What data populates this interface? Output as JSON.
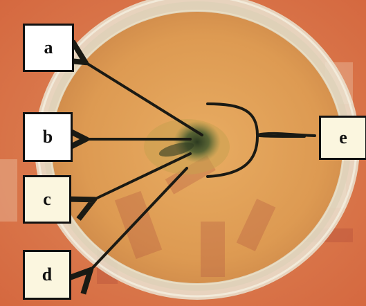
{
  "labels": {
    "a": "a",
    "b": "b",
    "c": "c",
    "d": "d",
    "e": "e"
  },
  "colors": {
    "background_orange": "#d9734a",
    "agar": "#e6a85c",
    "dish_rim": "#eee9d8",
    "colony": "#3f4d2c",
    "arrow": "#1a1a14"
  },
  "image_description_icons": [
    "petri-dish",
    "bacterial-colony",
    "arrow",
    "curly-brace"
  ]
}
